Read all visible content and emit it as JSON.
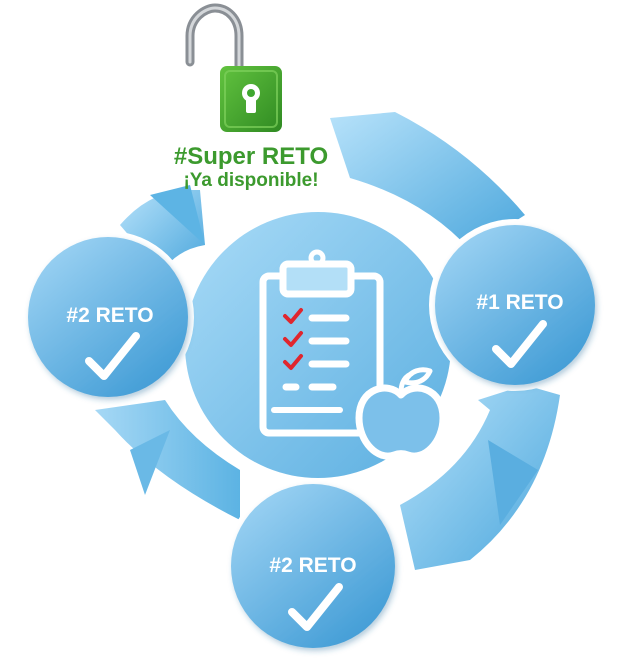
{
  "super_reto": {
    "title": "#Super RETO",
    "subtitle": "¡Ya disponible!",
    "color": "#3c9a2e"
  },
  "stages": [
    {
      "label": "#1 RETO",
      "completed": true
    },
    {
      "label": "#2 RETO",
      "completed": true
    },
    {
      "label": "#2 RETO",
      "completed": true
    }
  ],
  "colors": {
    "ring_light": "#a9dbf7",
    "ring_dark": "#4aa6dc",
    "circle_light": "#9fd3f2",
    "circle_dark": "#46a1d9",
    "check_red": "#e0262e",
    "lock_green": "#3fa72f",
    "lock_shackle": "#8a8f95"
  },
  "icons": {
    "center": "clipboard-checklist-apple-icon",
    "lock": "open-padlock-icon",
    "check": "checkmark-icon"
  }
}
